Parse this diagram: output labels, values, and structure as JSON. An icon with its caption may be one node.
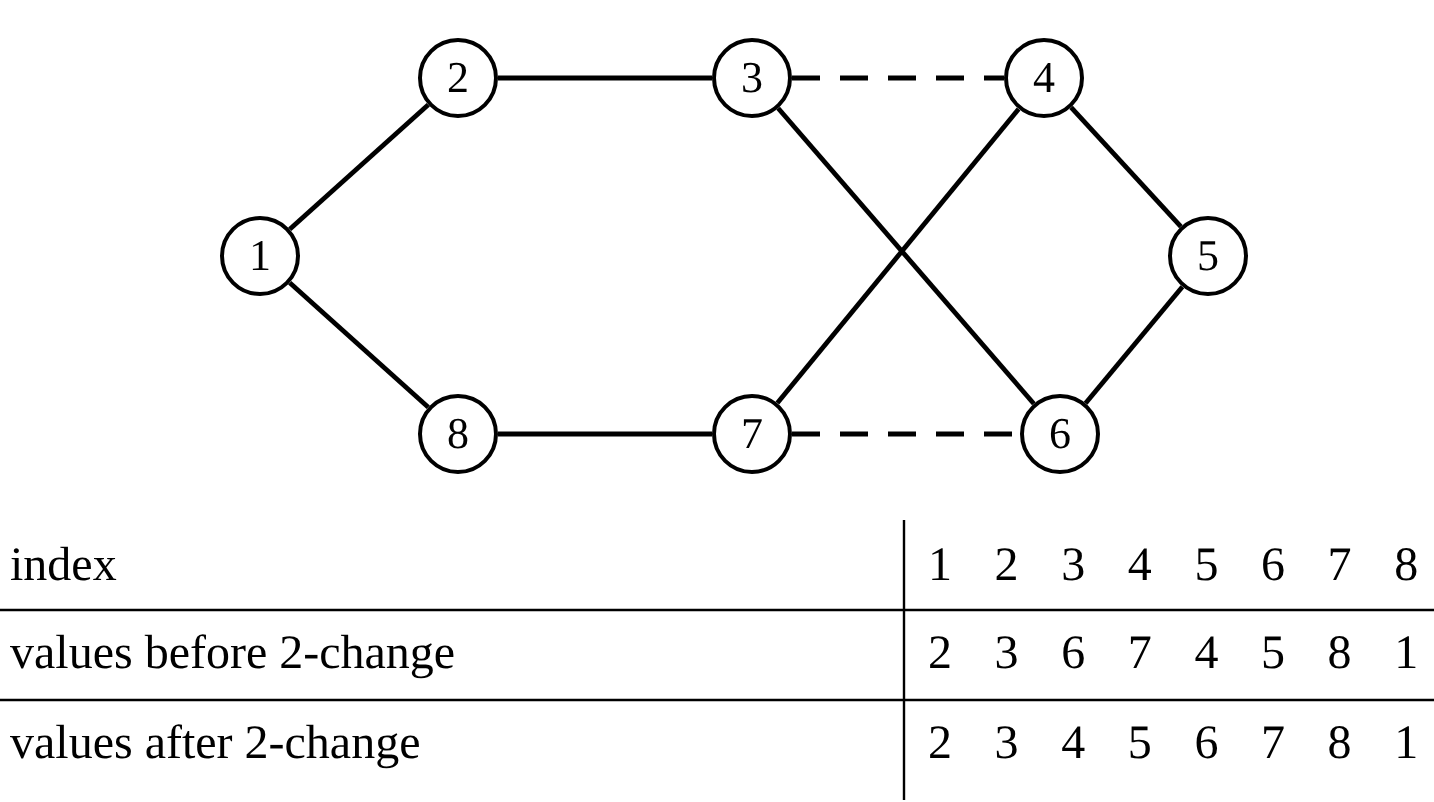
{
  "diagram": {
    "nodes": [
      {
        "text": [
          "1"
        ]
      },
      {
        "text": [
          "2"
        ]
      },
      {
        "text": [
          "3"
        ]
      },
      {
        "text": [
          "4"
        ]
      },
      {
        "text": [
          "5"
        ]
      },
      {
        "text": [
          "6"
        ]
      },
      {
        "text": [
          "7"
        ]
      },
      {
        "text": [
          "8"
        ]
      }
    ],
    "edges": [
      {
        "from": 0,
        "to": 1,
        "arrow": "none"
      },
      {
        "from": 1,
        "to": 2,
        "arrow": "none"
      },
      {
        "from": 2,
        "to": 3,
        "arrow": "none",
        "style": "dashed"
      },
      {
        "from": 3,
        "to": 4,
        "arrow": "none"
      },
      {
        "from": 2,
        "to": 5,
        "arrow": "none"
      },
      {
        "from": 3,
        "to": 6,
        "arrow": "none"
      },
      {
        "from": 4,
        "to": 5,
        "arrow": "none"
      },
      {
        "from": 0,
        "to": 7,
        "arrow": "none"
      },
      {
        "from": 7,
        "to": 6,
        "arrow": "none"
      },
      {
        "from": 6,
        "to": 5,
        "arrow": "none",
        "style": "dashed"
      }
    ],
    "labels": [
      "index",
      "1",
      "2",
      "3",
      "4",
      "5",
      "6",
      "7",
      "8",
      "values before 2-change",
      "2",
      "3",
      "6",
      "7",
      "4",
      "5",
      "8",
      "1",
      "values after 2-change",
      "2",
      "3",
      "4",
      "5",
      "6",
      "7",
      "8",
      "1"
    ]
  }
}
